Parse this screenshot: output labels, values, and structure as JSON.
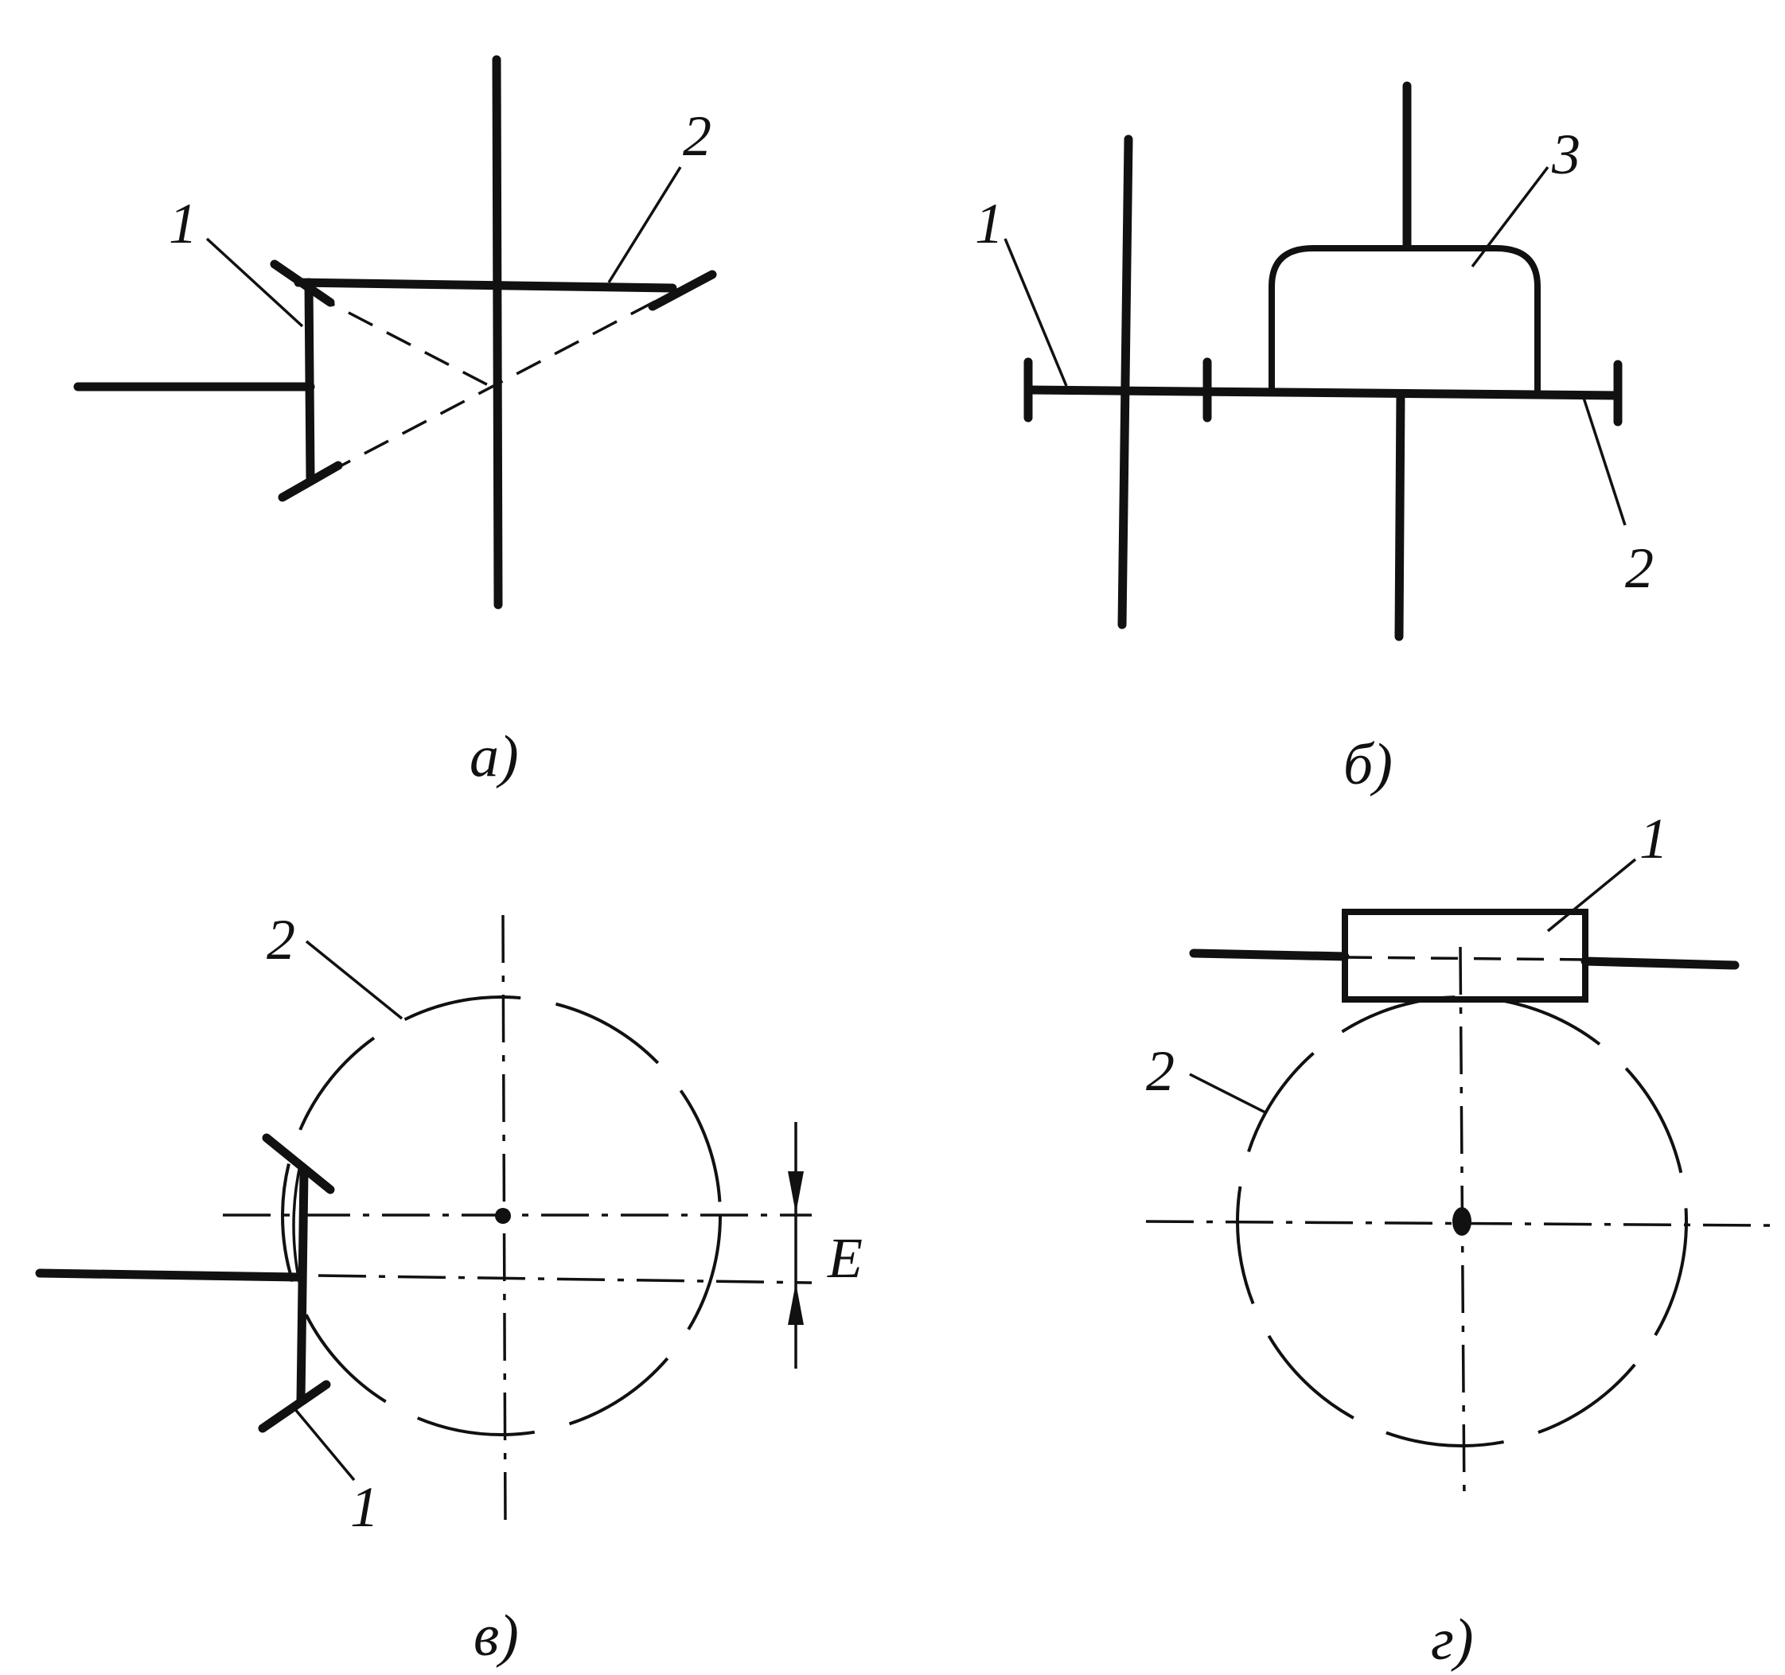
{
  "panels": {
    "a": {
      "caption": "а)",
      "callouts": {
        "c1": "1",
        "c2": "2"
      }
    },
    "b": {
      "caption": "б)",
      "callouts": {
        "c1": "1",
        "c2": "2",
        "c3": "3"
      }
    },
    "v": {
      "caption": "в)",
      "callouts": {
        "c1": "1",
        "c2": "2"
      },
      "dimension_label": "E"
    },
    "g": {
      "caption": "г)",
      "callouts": {
        "c1": "1",
        "c2": "2"
      }
    }
  }
}
